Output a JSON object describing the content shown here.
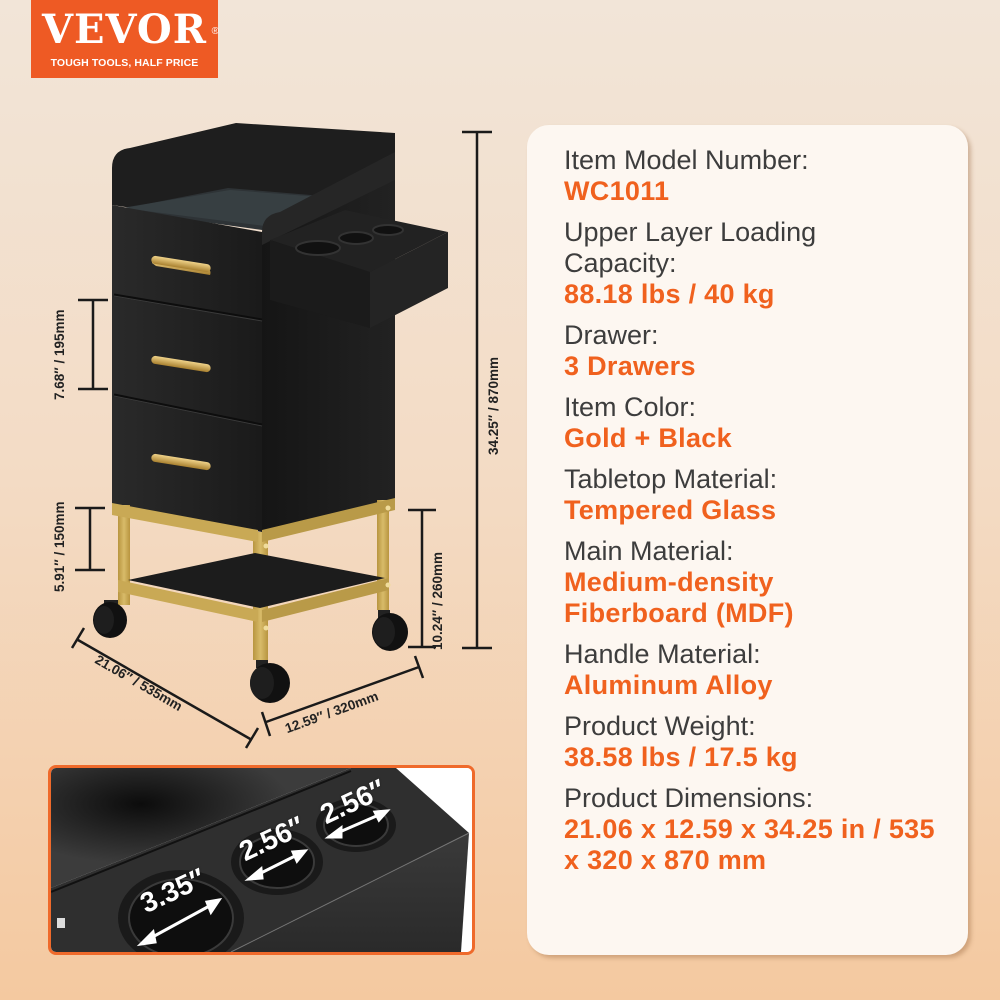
{
  "brand": {
    "name": "VEVOR",
    "registered_mark": "®",
    "tagline": "TOUGH TOOLS, HALF PRICE",
    "color": "#ee5a24"
  },
  "product_illustration": {
    "dimensions": {
      "drawer_height": "7.68″ / 195mm",
      "bottom_clearance": "5.91″ / 150mm",
      "total_height": "34.25″ / 870mm",
      "shelf_height": "10.24″ / 260mm",
      "length": "21.06″ / 535mm",
      "width": "12.59″ / 320mm"
    },
    "colors": {
      "body": "#1c1c1c",
      "frame": "#c9a955",
      "handle": "#c8a050"
    }
  },
  "inset_detail": {
    "hole_diameters": [
      "3.35″",
      "2.56″",
      "2.56″"
    ],
    "border_color": "#ef6a2b"
  },
  "specs": {
    "accent_color": "#f0611e",
    "items": [
      {
        "label": "Item Model Number:",
        "value": "WC1011"
      },
      {
        "label": "Upper Layer Loading Capacity:",
        "value": "88.18 lbs / 40 kg"
      },
      {
        "label": "Drawer:",
        "value": "3 Drawers"
      },
      {
        "label": "Item Color:",
        "value": "Gold + Black"
      },
      {
        "label": "Tabletop Material:",
        "value": "Tempered Glass"
      },
      {
        "label": "Main Material:",
        "value": "Medium-density Fiberboard (MDF)"
      },
      {
        "label": "Handle Material:",
        "value": "Aluminum Alloy"
      },
      {
        "label": "Product Weight:",
        "value": "38.58 lbs / 17.5 kg"
      },
      {
        "label": "Product Dimensions:",
        "value": "21.06 x 12.59 x 34.25 in / 535 x 320 x 870 mm"
      }
    ]
  }
}
